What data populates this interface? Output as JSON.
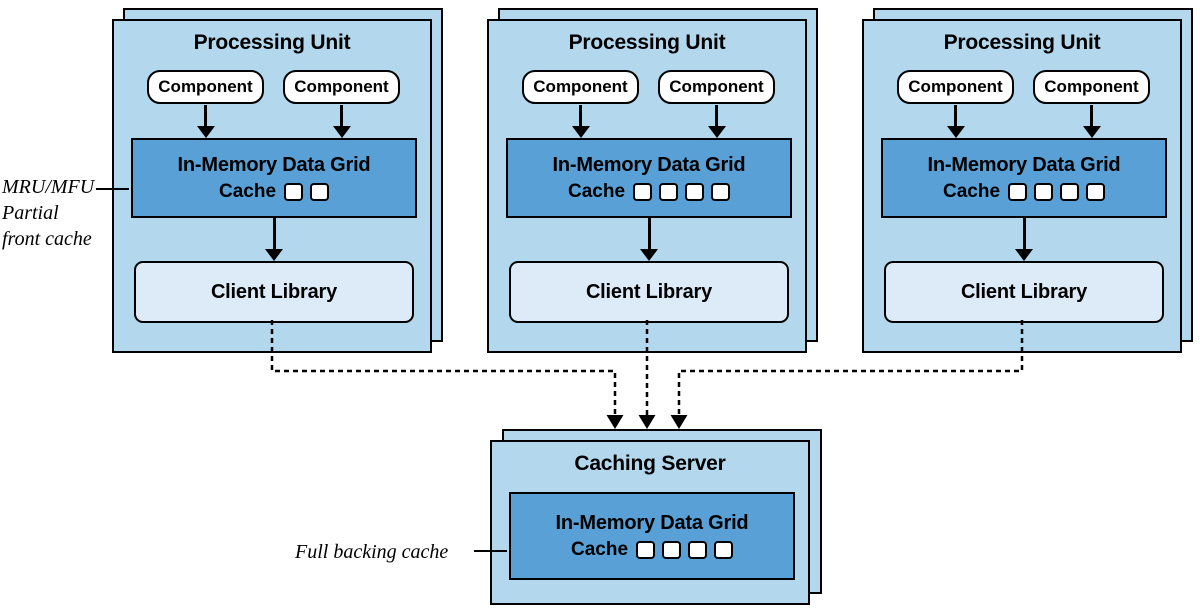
{
  "diagram": {
    "units": [
      {
        "title": "Processing Unit",
        "components": [
          "Component",
          "Component"
        ],
        "grid": {
          "title": "In-Memory Data Grid",
          "cache_label": "Cache",
          "cache_slots": 2
        },
        "client_library": "Client Library"
      },
      {
        "title": "Processing Unit",
        "components": [
          "Component",
          "Component"
        ],
        "grid": {
          "title": "In-Memory Data Grid",
          "cache_label": "Cache",
          "cache_slots": 4
        },
        "client_library": "Client Library"
      },
      {
        "title": "Processing Unit",
        "components": [
          "Component",
          "Component"
        ],
        "grid": {
          "title": "In-Memory Data Grid",
          "cache_label": "Cache",
          "cache_slots": 4
        },
        "client_library": "Client Library"
      }
    ],
    "server": {
      "title": "Caching Server",
      "grid": {
        "title": "In-Memory Data Grid",
        "cache_label": "Cache",
        "cache_slots": 4
      }
    },
    "annotations": {
      "front_cache_lines": [
        "MRU/MFU",
        "Partial",
        "front cache"
      ],
      "backing_cache": "Full backing cache"
    }
  },
  "colors": {
    "background": "#ffffff",
    "box-light": "#b3d7ed",
    "box-grid": "#58a0d6",
    "box-client": "#dcebf7",
    "box-component": "#ffffff",
    "line": "#000000"
  }
}
